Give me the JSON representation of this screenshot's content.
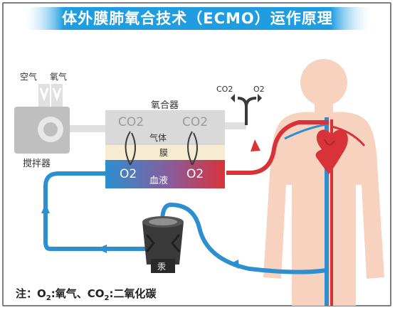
{
  "title": "体外膜肺氧合技术（ECMO）运作原理",
  "labels": {
    "air": "空气",
    "oxygen": "氧气",
    "mixer": "搅拌器",
    "oxygenator": "氧合器",
    "gas": "气体",
    "membrane": "膜",
    "blood": "血液",
    "pump": "汞",
    "co2_top_left": "CO2",
    "co2_top_right": "CO2",
    "o2_bottom_left": "O2",
    "o2_bottom_right": "O2",
    "exhaust_co2": "CO2",
    "exhaust_o2": "O2"
  },
  "note": {
    "prefix": "注：",
    "o2": "O",
    "o2_sub": "2",
    "o2_text": ":氧气、",
    "co2": "CO",
    "co2_sub": "2",
    "co2_text": ":二氧化碳"
  },
  "colors": {
    "title_bg": "#1f9de0",
    "red": "#d9333a",
    "blue": "#2b8fd0",
    "gray": "#d9d9d9",
    "skin": "#f6d2bf"
  },
  "icons": [
    "mixer-device-icon",
    "heart-icon",
    "pump-icon",
    "arrow-icon"
  ]
}
